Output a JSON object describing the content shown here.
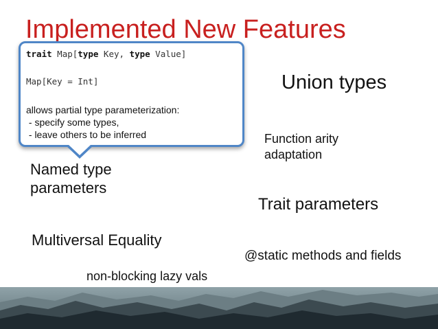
{
  "slide": {
    "title": "Implemented New Features",
    "callout": {
      "code_line1": {
        "kw1": "trait",
        "t1": " Map[",
        "kw2": "type",
        "t2": " Key, ",
        "kw3": "type",
        "t3": " Value]"
      },
      "code_line2": "Map[Key = Int]",
      "desc_lines": [
        "allows partial type parameterization:",
        " - specify some types,",
        " - leave others to be inferred"
      ]
    },
    "features": {
      "named_type_parameters": [
        "Named type",
        "parameters"
      ],
      "multiversal_equality": "Multiversal Equality",
      "lazy_vals": "non-blocking lazy vals",
      "union_types": "Union types",
      "function_arity": [
        "Function arity",
        "adaptation"
      ],
      "trait_parameters": "Trait parameters",
      "static_methods": "@static methods and fields"
    },
    "colors": {
      "title": "#c8201f",
      "callout_border": "#4f86c7",
      "mountain_dark": "#1f2a30",
      "mountain_mid": "#3c4a50"
    }
  }
}
